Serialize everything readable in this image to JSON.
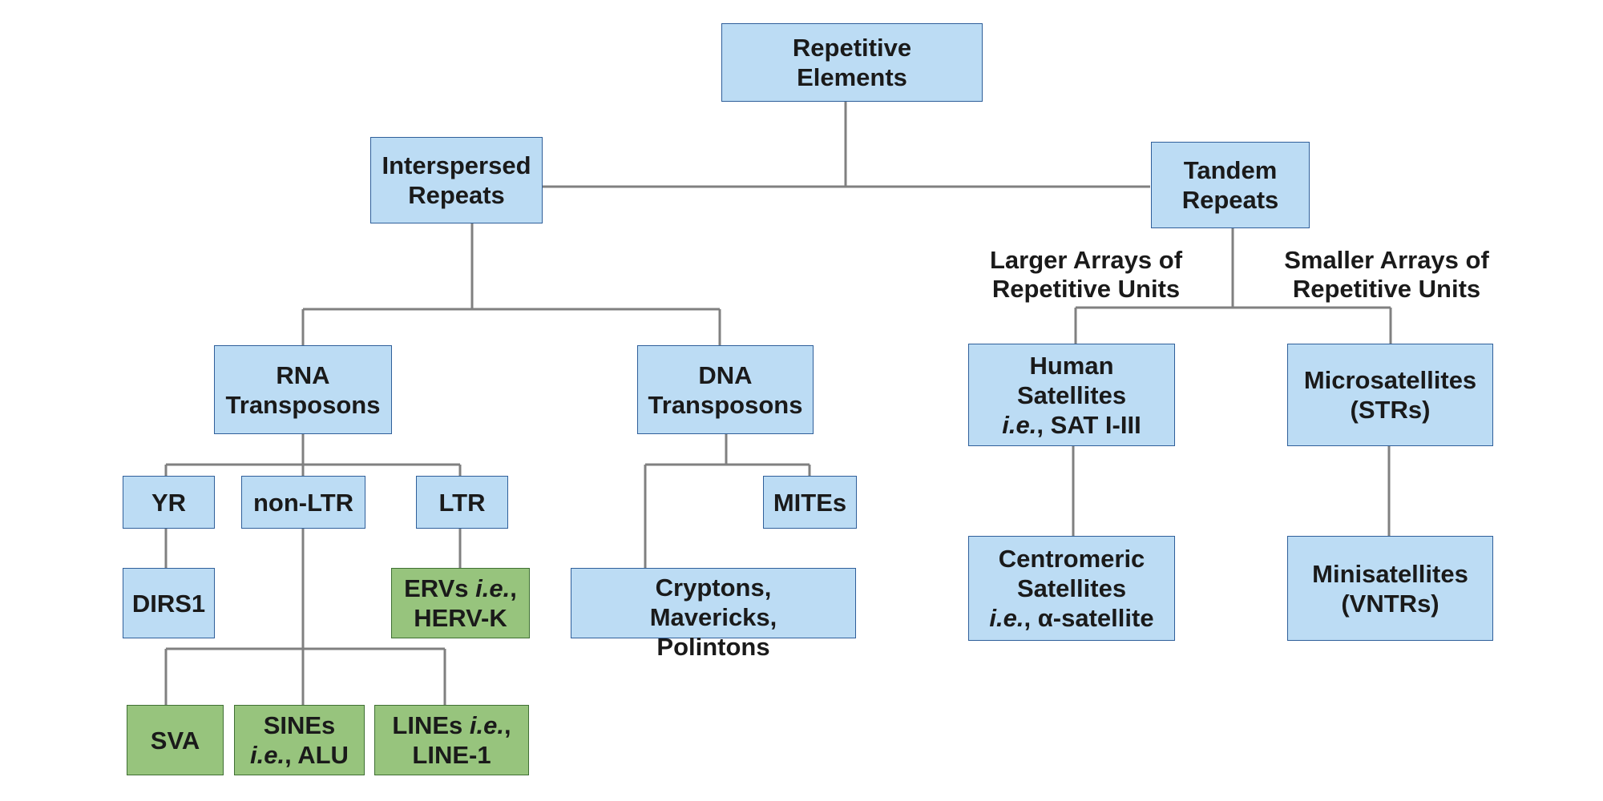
{
  "nodes": {
    "repetitive_elements": [
      "Repetitive",
      "Elements"
    ],
    "interspersed_repeats": [
      "Interspersed",
      "Repeats"
    ],
    "tandem_repeats": [
      "Tandem",
      "Repeats"
    ],
    "rna_transposons": [
      "RNA",
      "Transposons"
    ],
    "dna_transposons": [
      "DNA",
      "Transposons"
    ],
    "human_satellites": {
      "line1": "Human",
      "line2": "Satellites",
      "ie": "i.e.",
      "rest": ", SAT I-III"
    },
    "microsatellites": [
      "Microsatellites",
      "(STRs)"
    ],
    "yr": "YR",
    "non_ltr": "non-LTR",
    "ltr": "LTR",
    "mites": "MITEs",
    "dirs1": "DIRS1",
    "ervs": {
      "pre": "ERVs ",
      "ie": "i.e.",
      "comma": ",",
      "line2": "HERV-K"
    },
    "cryptons": [
      "Cryptons,",
      "Mavericks,",
      "Polintons"
    ],
    "centromeric_satellites": {
      "line1": "Centromeric",
      "line2": "Satellites",
      "ie": "i.e.",
      "rest": ", α-satellite"
    },
    "minisatellites": [
      "Minisatellites",
      "(VNTRs)"
    ],
    "sva": "SVA",
    "sines": {
      "line1": "SINEs",
      "ie": "i.e.",
      "rest": ", ALU"
    },
    "lines": {
      "pre": "LINEs ",
      "ie": "i.e.",
      "comma": ",",
      "line2": "LINE-1"
    }
  },
  "labels": {
    "larger_arrays": [
      "Larger Arrays of",
      "Repetitive Units"
    ],
    "smaller_arrays": [
      "Smaller Arrays of",
      "Repetitive Units"
    ]
  },
  "colors": {
    "blue_fill": "#bcdcf4",
    "blue_border": "#2f5f9a",
    "green_fill": "#97c47d",
    "green_border": "#3f6f33",
    "connector": "#808080"
  }
}
